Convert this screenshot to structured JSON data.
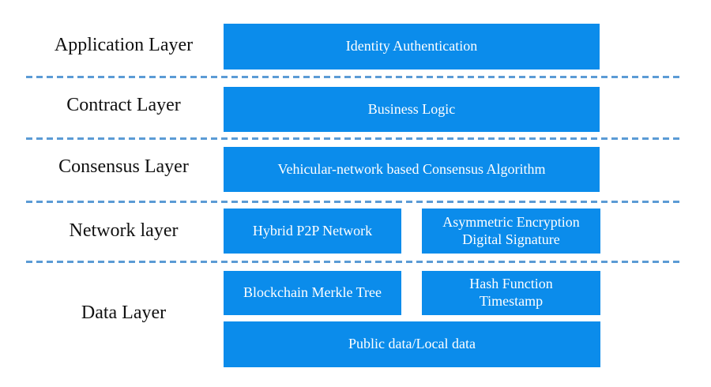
{
  "diagram": {
    "colors": {
      "box_fill": "#0b8ceb",
      "box_text": "#ffffff",
      "label_text": "#111111",
      "divider": "#5b9bd5",
      "background": "#ffffff"
    },
    "layers": [
      {
        "label": "Application Layer",
        "boxes": [
          {
            "lines": [
              "Identity Authentication"
            ]
          }
        ]
      },
      {
        "label": "Contract Layer",
        "boxes": [
          {
            "lines": [
              "Business Logic"
            ]
          }
        ]
      },
      {
        "label": "Consensus Layer",
        "boxes": [
          {
            "lines": [
              "Vehicular-network based Consensus Algorithm"
            ]
          }
        ]
      },
      {
        "label": "Network layer",
        "boxes": [
          {
            "lines": [
              "Hybrid P2P Network"
            ]
          },
          {
            "lines": [
              "Asymmetric Encryption",
              "Digital Signature"
            ]
          }
        ]
      },
      {
        "label": "Data Layer",
        "boxes": [
          {
            "lines": [
              "Blockchain Merkle Tree"
            ]
          },
          {
            "lines": [
              "Hash Function",
              "Timestamp"
            ]
          },
          {
            "lines": [
              "Public data/Local data"
            ]
          }
        ]
      }
    ]
  }
}
